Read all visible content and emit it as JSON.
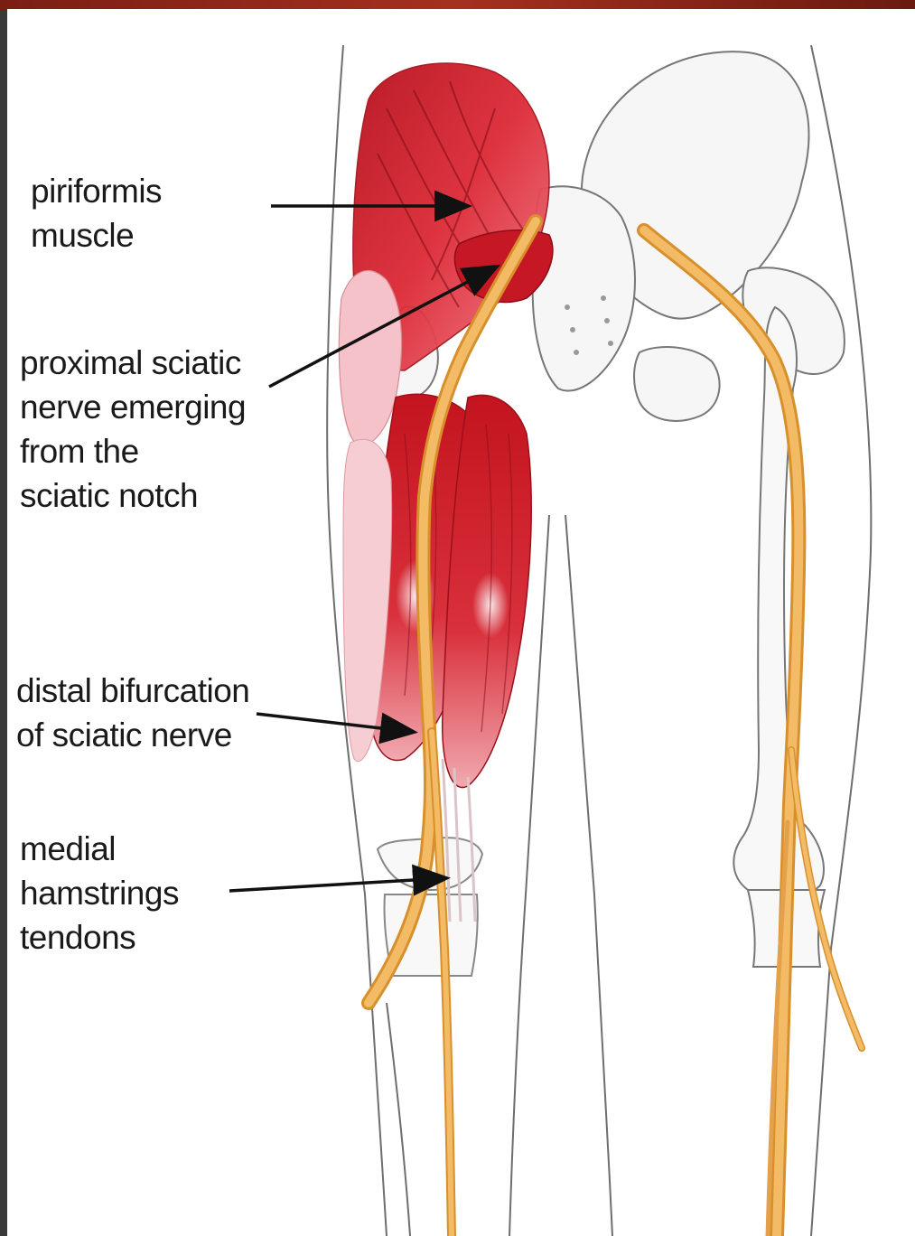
{
  "labels": {
    "piriformis": [
      "piriformis",
      "muscle"
    ],
    "proximal_sciatic": [
      "proximal sciatic",
      "nerve emerging",
      "from the",
      "sciatic notch"
    ],
    "distal_bifurcation": [
      "distal bifurcation",
      "of sciatic nerve"
    ],
    "medial_hamstrings": [
      "medial",
      "hamstrings",
      "tendons"
    ]
  },
  "colors": {
    "muscle": "#d41f2c",
    "muscle_light": "#f2b6bd",
    "nerve": "#f0b25a",
    "nerve_dark": "#d8902c",
    "outline": "#6e6e6e",
    "bone_fill": "#f4f4f4"
  }
}
